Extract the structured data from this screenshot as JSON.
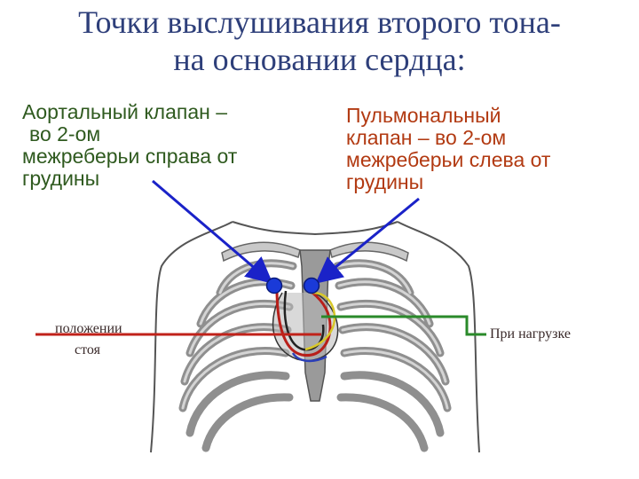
{
  "title": {
    "line1": "Точки выслушивания второго тона-",
    "line2": "на основании сердца:"
  },
  "aortic_label": {
    "line1": "Аортальный клапан –",
    "line2": "во 2-ом",
    "line3": "межреберьи справа от",
    "line4": "грудины"
  },
  "pulmonary_label": {
    "line1": "Пульмональный",
    "line2": "клапан – во 2-ом",
    "line3": "межреберьи слева от",
    "line4": "грудины"
  },
  "annotations": {
    "standing_line1": "положении",
    "standing_line2": "стоя",
    "under_load": "При нагрузке"
  },
  "colors": {
    "title": "#2e3f7a",
    "aortic_text": "#2f5a1f",
    "pulmonary_text": "#b23a12",
    "arrow": "#1a22c8",
    "auscultation_dot": "#1a3ad8",
    "standing_line": "#c0221a",
    "load_line": "#2a8a2a",
    "bone": "#8f8f8f"
  }
}
